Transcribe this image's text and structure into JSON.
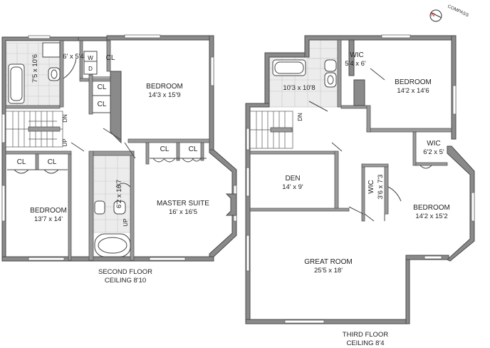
{
  "compass": {
    "label": "COMPASS",
    "north": "N"
  },
  "second_floor": {
    "caption": "SECOND FLOOR",
    "ceiling": "CEILING 8'10",
    "bath_size": "7'5 x 10'6",
    "laundry_size": "6' x 5'4",
    "washer": "W",
    "dryer": "D",
    "bedroom_top": {
      "name": "BEDROOM",
      "size": "14'3 x 15'9"
    },
    "bedroom_left": {
      "name": "BEDROOM",
      "size": "13'7 x 14'"
    },
    "master": {
      "name": "MASTER SUITE",
      "size": "16' x 16'5"
    },
    "master_bath_size": "6'2 x 16'7",
    "closet": "CL",
    "dn": "DN",
    "up": "UP"
  },
  "third_floor": {
    "caption": "THIRD FLOOR",
    "ceiling": "CEILING 8'4",
    "bath_size": "10'3 x 10'8",
    "wic_top": {
      "name": "WIC",
      "size": "5'4 x 6'"
    },
    "bedroom_top": {
      "name": "BEDROOM",
      "size": "14'2 x 14'6"
    },
    "wic_right": {
      "name": "WIC",
      "size": "6'2 x 5'"
    },
    "den": {
      "name": "DEN",
      "size": "14' x 9'"
    },
    "wic_mid": {
      "name": "WIC",
      "size": "3'6 x 7'3"
    },
    "bedroom_right": {
      "name": "BEDROOM",
      "size": "14'2 x 15'2"
    },
    "great_room": {
      "name": "GREAT ROOM",
      "size": "25'5 x 18'"
    },
    "dn": "DN"
  }
}
